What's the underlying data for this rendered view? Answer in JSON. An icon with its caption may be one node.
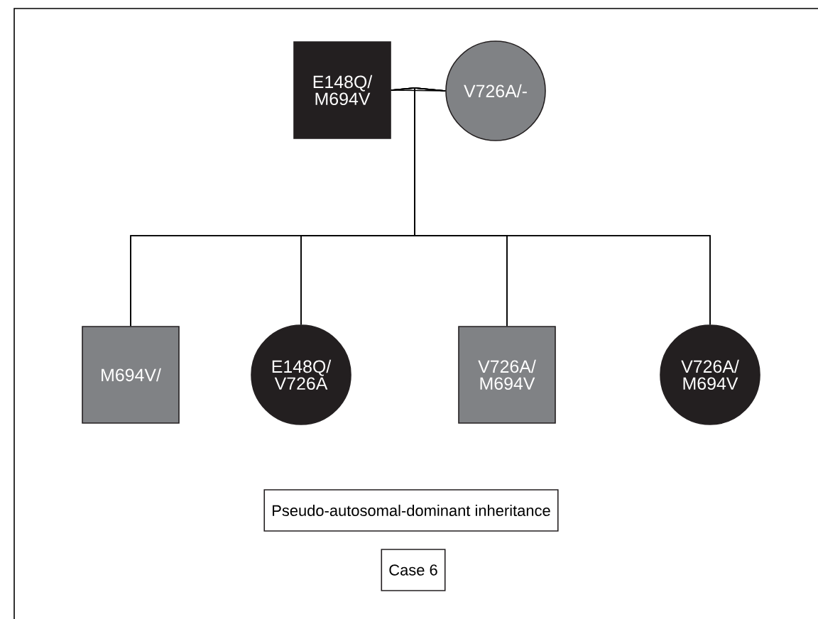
{
  "diagram": {
    "nodes": [
      {
        "text": [
          "E148Q/ M694V"
        ]
      },
      {
        "text": [
          "V726A/-"
        ]
      },
      {
        "text": [
          "M694V/"
        ]
      },
      {
        "text": [
          "E148Q/ V726A"
        ]
      },
      {
        "text": [
          "V726A/ M694V"
        ]
      },
      {
        "text": [
          "V726A/ M694V"
        ]
      },
      {
        "text": [
          "Pseudo-autosomal-dominant inheritance"
        ]
      },
      {
        "text": [
          "Case 6"
        ]
      }
    ],
    "edges": [
      {
        "from": 0,
        "to": 1,
        "arrow": "none"
      },
      {
        "from": 0,
        "to": 2,
        "arrow": "none"
      },
      {
        "from": 1,
        "to": 2,
        "arrow": "none"
      },
      {
        "from": 0,
        "to": 3,
        "arrow": "none"
      },
      {
        "from": 1,
        "to": 3,
        "arrow": "none"
      },
      {
        "from": 0,
        "to": 4,
        "arrow": "none"
      },
      {
        "from": 1,
        "to": 4,
        "arrow": "none"
      },
      {
        "from": 0,
        "to": 5,
        "arrow": "none"
      },
      {
        "from": 1,
        "to": 5,
        "arrow": "none"
      }
    ]
  }
}
